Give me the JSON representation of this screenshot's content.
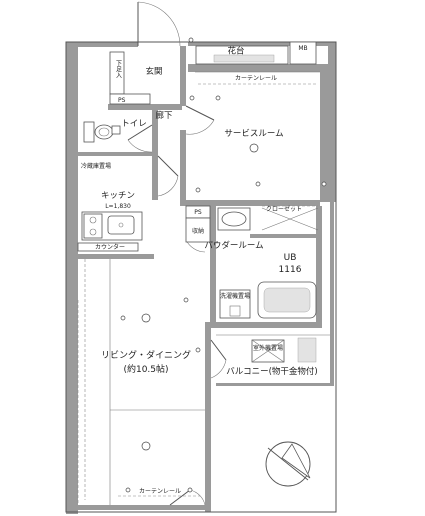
{
  "rooms": {
    "hanadai": "花台",
    "mb": "MB",
    "curtain_rail": "カーテンレール",
    "entrance": "玄関",
    "shoebox": "下足入",
    "ps_top": "PS",
    "corridor": "廊下",
    "toilet": "トイレ",
    "service_room": "サービスルーム",
    "fridge": "冷蔵庫置場",
    "kitchen": "キッチン",
    "kitchen_size": "L=1,830",
    "counter": "カウンター",
    "ps_mid": "PS",
    "closet": "クローゼット",
    "storage": "収納",
    "powder_room": "パウダールーム",
    "ub": "UB",
    "ub_size": "1116",
    "washer": "洗濯機置場",
    "balcony": "バルコニー(物干金物付)",
    "living_dining": "リビング・ダイニング",
    "living_size": "(約10.5帖)",
    "outdoor_unit": "室外機置場",
    "curtain_rail_bottom": "カーテンレール"
  }
}
